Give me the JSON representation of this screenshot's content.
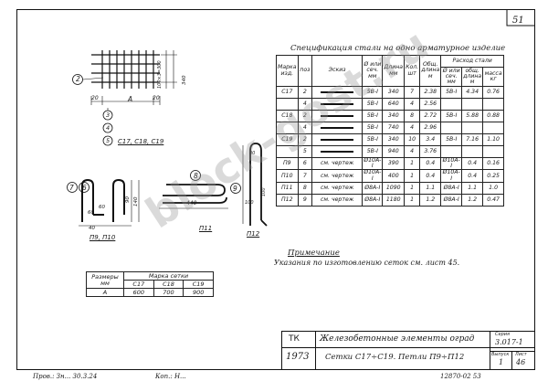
{
  "sheet": {
    "number": "51",
    "spec_title": "Спецификация стали на одно арматурное изделие",
    "spec_headers": {
      "marka": "Марка изд.",
      "poz": "поз",
      "eskiz": "Эскиз",
      "diam_class": "Ø или сеч. мм",
      "length": "Длина мм",
      "count": "Кол. шт",
      "total_len": "Общ. длина м",
      "rashod": "Расход стали",
      "r_diam": "Ø или сеч. мм",
      "r_total": "общ. длина м",
      "r_mass": "масса кг"
    },
    "spec_rows": [
      {
        "marka": "С17",
        "poz": "2",
        "sketch": "line",
        "diam": "5В-I",
        "len": "340",
        "cnt": "7",
        "total": "2.38",
        "rd": "5В-I",
        "rl": "4.34",
        "rm": "0.76"
      },
      {
        "marka": "",
        "poz": "4",
        "sketch": "line",
        "diam": "5В-I",
        "len": "640",
        "cnt": "4",
        "total": "2.56",
        "rd": "",
        "rl": "",
        "rm": ""
      },
      {
        "marka": "С18",
        "poz": "2",
        "sketch": "line",
        "diam": "5В-I",
        "len": "340",
        "cnt": "8",
        "total": "2.72",
        "rd": "5В-I",
        "rl": "5.88",
        "rm": "0.88"
      },
      {
        "marka": "",
        "poz": "4",
        "sketch": "line",
        "diam": "5В-I",
        "len": "740",
        "cnt": "4",
        "total": "2.96",
        "rd": "",
        "rl": "",
        "rm": ""
      },
      {
        "marka": "С19",
        "poz": "2",
        "sketch": "line",
        "diam": "5В-I",
        "len": "340",
        "cnt": "10",
        "total": "3.4",
        "rd": "5В-I",
        "rl": "7.16",
        "rm": "1.10"
      },
      {
        "marka": "",
        "poz": "5",
        "sketch": "line",
        "diam": "5В-I",
        "len": "940",
        "cnt": "4",
        "total": "3.76",
        "rd": "",
        "rl": "",
        "rm": ""
      },
      {
        "marka": "П9",
        "poz": "6",
        "sketch": "text",
        "note": "см. чертеж",
        "diam": "Ø10А-I",
        "len": "390",
        "cnt": "1",
        "total": "0.4",
        "rd": "Ø10А-I",
        "rl": "0.4",
        "rm": "0.16"
      },
      {
        "marka": "П10",
        "poz": "7",
        "sketch": "text",
        "note": "см. чертеж",
        "diam": "Ø10А-I",
        "len": "400",
        "cnt": "1",
        "total": "0.4",
        "rd": "Ø10А-I",
        "rl": "0.4",
        "rm": "0.25"
      },
      {
        "marka": "П11",
        "poz": "8",
        "sketch": "text",
        "note": "см. чертеж",
        "diam": "Ø8А-I",
        "len": "1090",
        "cnt": "1",
        "total": "1.1",
        "rd": "Ø8А-I",
        "rl": "1.1",
        "rm": "1.0"
      },
      {
        "marka": "П12",
        "poz": "9",
        "sketch": "text",
        "note": "см. чертеж",
        "diam": "Ø8А-I",
        "len": "1180",
        "cnt": "1",
        "total": "1.2",
        "rd": "Ø8А-I",
        "rl": "1.2",
        "rm": "0.47"
      }
    ],
    "mesh_labels": {
      "callout_2": "2",
      "callout_3": "3",
      "callout_4": "4",
      "callout_5": "5",
      "dim_a": "A",
      "dim_20_left": "20",
      "dim_20_right": "20",
      "dim_side": "100×3=300",
      "dim_340": "340",
      "marks": "С17, С18, С19"
    },
    "loops": {
      "p9p10_caption": "П9, П10",
      "p11_caption": "П11",
      "p12_caption": "П12",
      "c6": "6",
      "c7": "7",
      "c8": "8",
      "c9": "9",
      "d60a": "60",
      "d60b": "60",
      "d40": "40",
      "d90": "90",
      "d140": "140",
      "d440": "440",
      "d80": "80",
      "d100": "100",
      "d100b": "100"
    },
    "note_title": "Примечание",
    "note_text": "Указания по изготовлению сеток см. лист 45.",
    "sizes_table": {
      "h1": "Размеры мм",
      "h2": "Марка сетки",
      "cols": [
        "С17",
        "С18",
        "С19"
      ],
      "row_label": "A",
      "values": [
        "600",
        "700",
        "900"
      ]
    },
    "title_block": {
      "tk": "ТК",
      "year": "1973",
      "title1": "Железобетонные элементы оград",
      "title2": "Сетки С17÷С19. Петли П9÷П12",
      "series_label": "Серия",
      "series": "3.017-1",
      "issue_label": "Выпуск",
      "issue": "1",
      "sheet_label": "Лист",
      "sheet_no": "46"
    },
    "footer": {
      "checked": "Пров.: Зн... 30.3.24",
      "copy": "Коп.: Н...",
      "inv": "12870-02  53"
    },
    "watermark": "block-gost.ru"
  }
}
